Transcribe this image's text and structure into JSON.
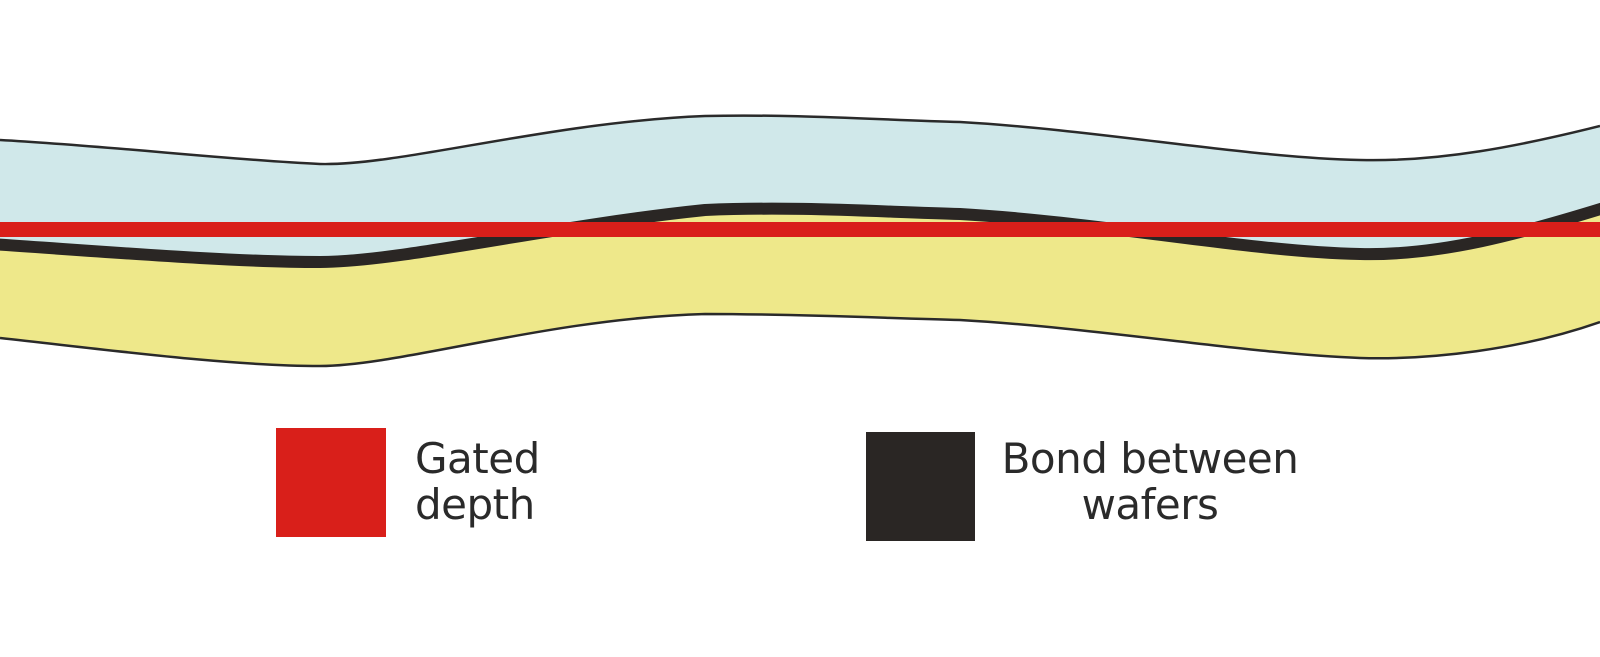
{
  "diagram": {
    "layers": [
      {
        "name": "upper-wafer",
        "fill": "#d0e8ea"
      },
      {
        "name": "bond-layer",
        "fill": "#2a2624"
      },
      {
        "name": "lower-wafer",
        "fill": "#eee88a"
      }
    ],
    "outline_color": "#2a2a2a",
    "gate_line_color": "#d91f1a"
  },
  "legend": {
    "gated_depth": {
      "line1": "Gated",
      "line2": "depth",
      "color": "#d91f1a"
    },
    "bond": {
      "line1": "Bond between",
      "line2": "wafers",
      "color": "#2a2624"
    }
  }
}
